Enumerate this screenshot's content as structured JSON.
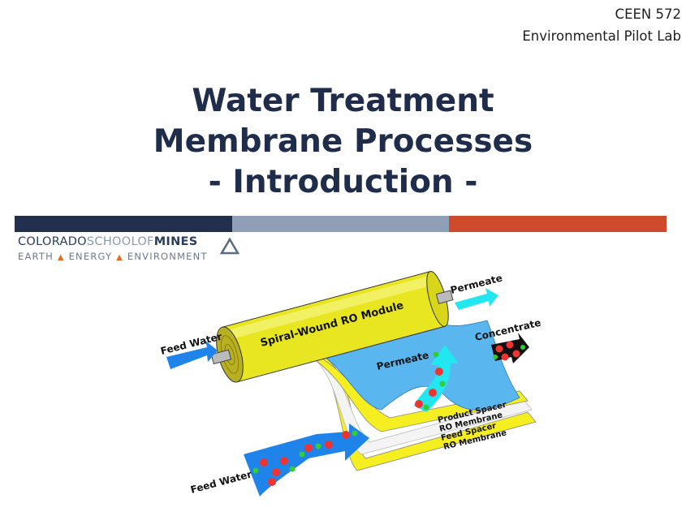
{
  "header": {
    "course": "CEEN 572",
    "lab": "Environmental Pilot Lab"
  },
  "title": {
    "line1": "Water Treatment",
    "line2": "Membrane Processes",
    "line3": "- Introduction -"
  },
  "bar_colors": [
    "#22304d",
    "#8f9fb7",
    "#cf4a2a"
  ],
  "logo": {
    "colorado": "COLORADO",
    "school_of": "SCHOOLOF",
    "mines": "MINES",
    "tag1": "EARTH",
    "tag2": "ENERGY",
    "tag3": "ENVIRONMENT"
  },
  "diagram": {
    "module": "Spiral-Wound RO Module",
    "feed_water_top": "Feed Water",
    "permeate_top": "Permeate",
    "concentrate": "Concentrate",
    "permeate_mid": "Permeate",
    "product_spacer": "Product Spacer",
    "ro_membrane_1": "RO Membrane",
    "feed_spacer": "Feed Spacer",
    "ro_membrane_2": "RO Membrane",
    "feed_water_bottom": "Feed Water"
  }
}
